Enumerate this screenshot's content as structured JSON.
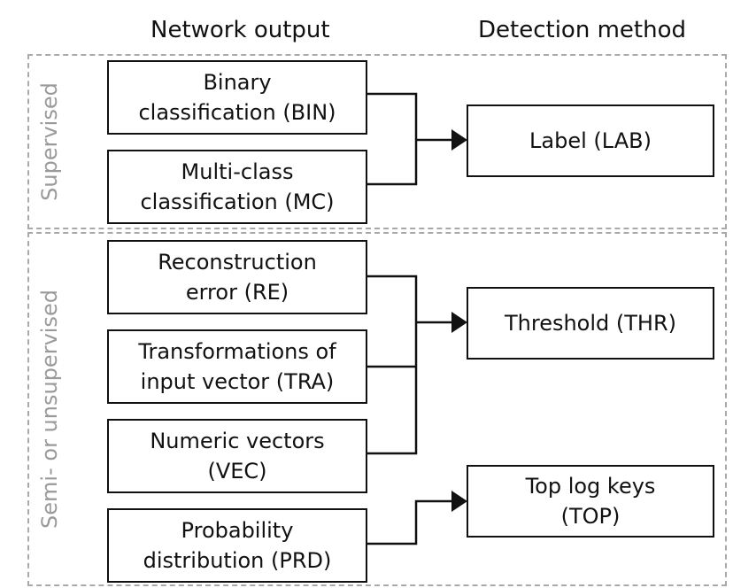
{
  "headers": {
    "network_output": "Network output",
    "detection_method": "Detection method"
  },
  "sections": {
    "supervised": "Supervised",
    "semi_unsupervised": "Semi- or unsupervised"
  },
  "outputs": {
    "bin": [
      "Binary",
      "classification (BIN)"
    ],
    "mc": [
      "Multi-class",
      "classification (MC)"
    ],
    "re": [
      "Reconstruction",
      "error (RE)"
    ],
    "tra": [
      "Transformations of",
      "input vector (TRA)"
    ],
    "vec": [
      "Numeric vectors",
      "(VEC)"
    ],
    "prd": [
      "Probability",
      "distribution (PRD)"
    ]
  },
  "methods": {
    "lab": [
      "Label (LAB)"
    ],
    "thr": [
      "Threshold (THR)"
    ],
    "top": [
      "Top log keys",
      "(TOP)"
    ]
  },
  "colors": {
    "box_border": "#111111",
    "section_border": "#a9a9a9",
    "section_label": "#9a9a9a"
  }
}
